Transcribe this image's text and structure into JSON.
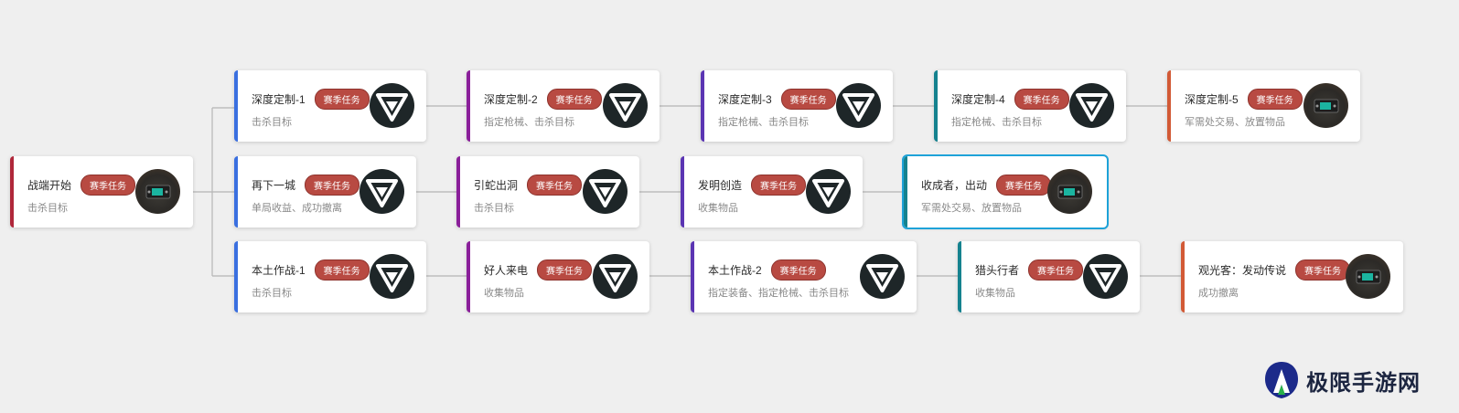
{
  "badge_label": "赛季任务",
  "accent_colors": {
    "red": "#b0273a",
    "blue": "#3a6fe0",
    "purple": "#8a1f9a",
    "violet": "#5b35b3",
    "teal": "#15828f",
    "orange": "#d25a36",
    "selection": "#1ea2d8"
  },
  "nodes": {
    "start": {
      "title": "战端开始",
      "subtitle": "击杀目标",
      "badge": "赛季任务",
      "avatar": "device-photo-icon"
    },
    "shendu1": {
      "title": "深度定制-1",
      "subtitle": "击杀目标",
      "badge": "赛季任务",
      "avatar": "v-logo-icon"
    },
    "shendu2": {
      "title": "深度定制-2",
      "subtitle": "指定枪械、击杀目标",
      "badge": "赛季任务",
      "avatar": "v-logo-icon"
    },
    "shendu3": {
      "title": "深度定制-3",
      "subtitle": "指定枪械、击杀目标",
      "badge": "赛季任务",
      "avatar": "v-logo-icon"
    },
    "shendu4": {
      "title": "深度定制-4",
      "subtitle": "指定枪械、击杀目标",
      "badge": "赛季任务",
      "avatar": "v-logo-icon"
    },
    "shendu5": {
      "title": "深度定制-5",
      "subtitle": "军需处交易、放置物品",
      "badge": "赛季任务",
      "avatar": "device-photo-icon"
    },
    "zaixia": {
      "title": "再下一城",
      "subtitle": "单局收益、成功撤离",
      "badge": "赛季任务",
      "avatar": "v-logo-icon"
    },
    "yinshe": {
      "title": "引蛇出洞",
      "subtitle": "击杀目标",
      "badge": "赛季任务",
      "avatar": "v-logo-icon"
    },
    "faming": {
      "title": "发明创造",
      "subtitle": "收集物品",
      "badge": "赛季任务",
      "avatar": "v-logo-icon"
    },
    "shouchengzhe": {
      "title": "收成者，出动",
      "subtitle": "军需处交易、放置物品",
      "badge": "赛季任务",
      "avatar": "device-photo-icon"
    },
    "bentu1": {
      "title": "本土作战-1",
      "subtitle": "击杀目标",
      "badge": "赛季任务",
      "avatar": "v-logo-icon"
    },
    "haoren": {
      "title": "好人来电",
      "subtitle": "收集物品",
      "badge": "赛季任务",
      "avatar": "v-logo-icon"
    },
    "bentu2": {
      "title": "本土作战-2",
      "subtitle": "指定装备、指定枪械、击杀目标",
      "badge": "赛季任务",
      "avatar": "v-logo-icon"
    },
    "lietou": {
      "title": "猎头行者",
      "subtitle": "收集物品",
      "badge": "赛季任务",
      "avatar": "v-logo-icon"
    },
    "guanguangke": {
      "title": "观光客：发动传说",
      "subtitle": "成功撤离",
      "badge": "赛季任务",
      "avatar": "device-photo-icon"
    }
  },
  "watermark": {
    "text": "极限手游网"
  }
}
